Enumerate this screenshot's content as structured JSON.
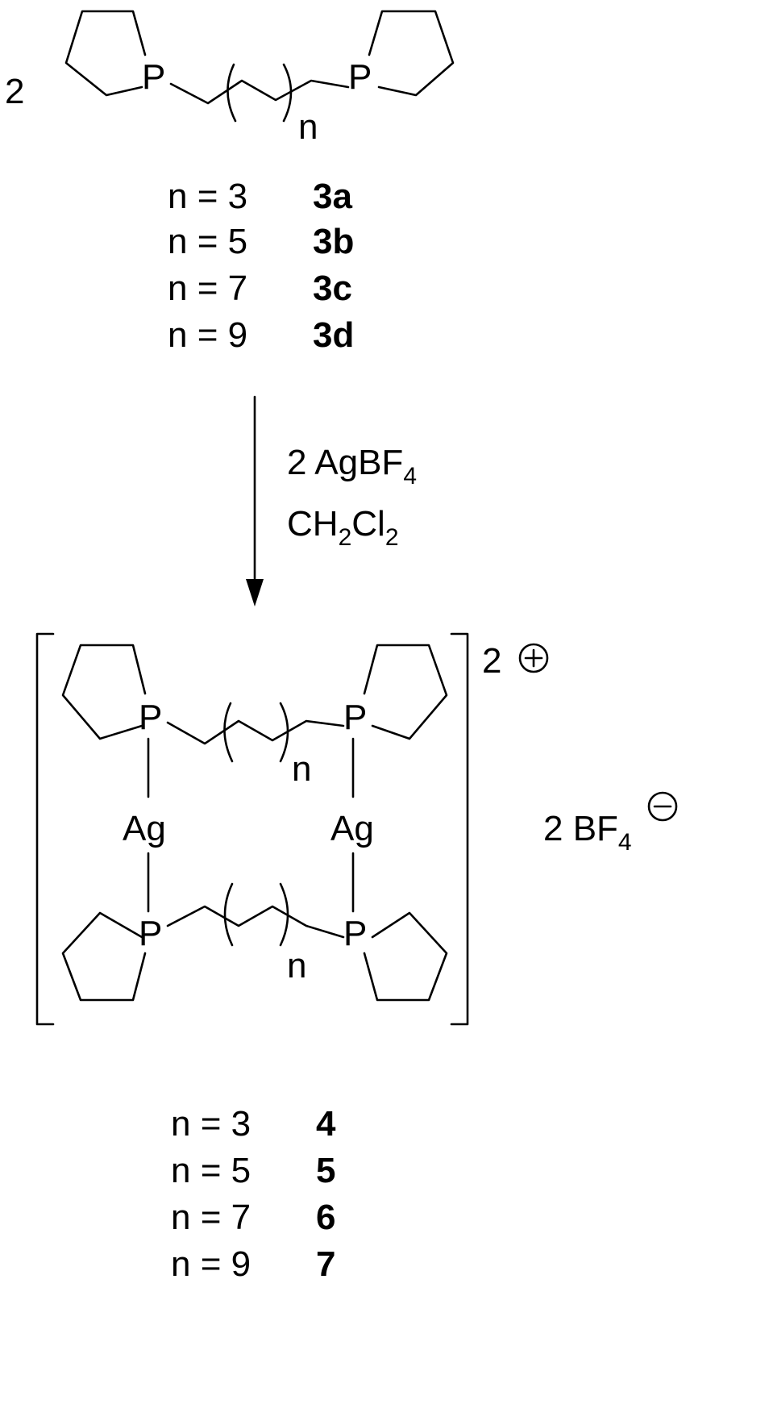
{
  "reactant": {
    "coefficient": "2",
    "atom_left": "P",
    "atom_right": "P",
    "repeat_index": "n"
  },
  "reactant_table": [
    {
      "n": "n = 3",
      "id": "3a"
    },
    {
      "n": "n = 5",
      "id": "3b"
    },
    {
      "n": "n = 7",
      "id": "3c"
    },
    {
      "n": "n = 9",
      "id": "3d"
    }
  ],
  "conditions": {
    "reagent_coef": "2 AgBF",
    "reagent_sub": "4",
    "solvent_a": "CH",
    "solvent_sub1": "2",
    "solvent_b": "Cl",
    "solvent_sub2": "2"
  },
  "product": {
    "atom_p": "P",
    "atom_ag": "Ag",
    "repeat_index": "n",
    "charge": "2",
    "counterion_coef": "2 BF",
    "counterion_sub": "4"
  },
  "product_table": [
    {
      "n": "n = 3",
      "id": "4"
    },
    {
      "n": "n = 5",
      "id": "5"
    },
    {
      "n": "n = 7",
      "id": "6"
    },
    {
      "n": "n = 9",
      "id": "7"
    }
  ]
}
